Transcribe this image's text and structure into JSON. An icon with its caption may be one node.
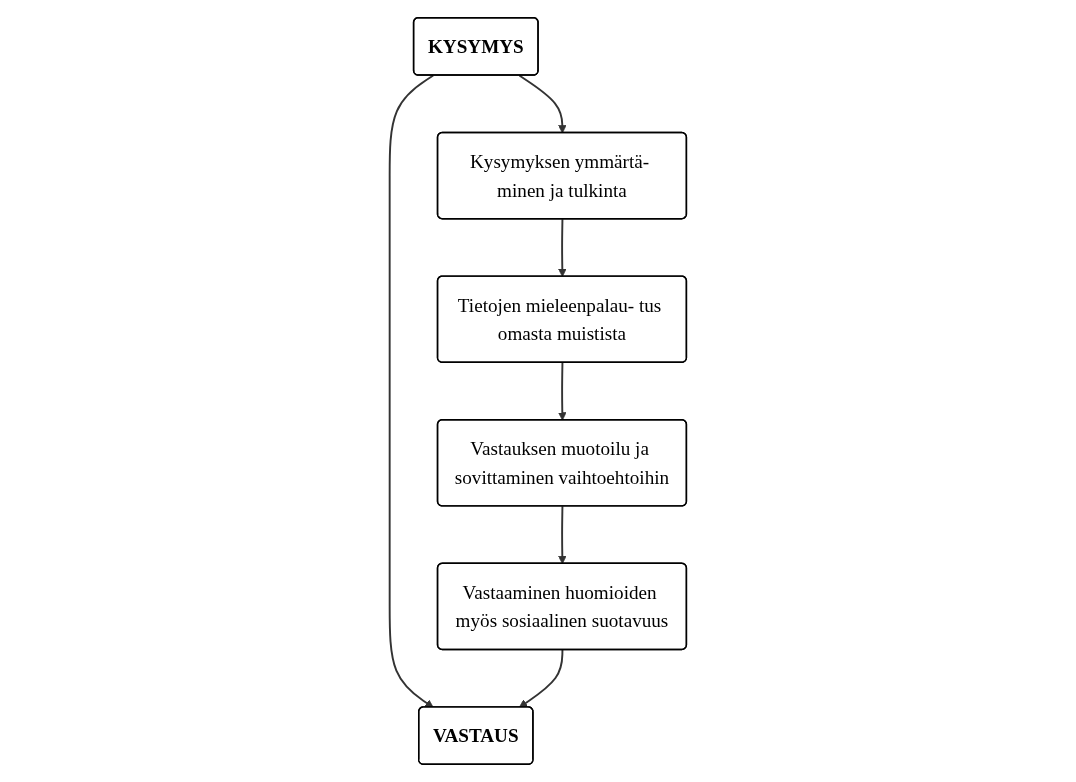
{
  "diagram": {
    "nodes": [
      {
        "text": [
          "KYSYMYS"
        ]
      },
      {
        "text": [
          "VASTAUS"
        ]
      },
      {
        "text": [
          "Kysymyksen ymmärtä- minen ja tulkinta"
        ]
      },
      {
        "text": [
          "Vastaaminen huomioiden myös sosiaalinen suotavuus"
        ]
      },
      {
        "text": [
          "Tietojen mieleenpalau- tus omasta muistista"
        ]
      },
      {
        "text": [
          "Vastauksen muotoilu ja sovittaminen vaihtoehtoihin"
        ]
      }
    ],
    "edges": [
      {
        "from": 0,
        "to": 1,
        "arrow": "to"
      },
      {
        "from": 0,
        "to": 2,
        "arrow": "to"
      },
      {
        "from": 2,
        "to": 4,
        "arrow": "to"
      },
      {
        "from": 4,
        "to": 5,
        "arrow": "to"
      },
      {
        "from": 5,
        "to": 3,
        "arrow": "to"
      },
      {
        "from": 3,
        "to": 1,
        "arrow": "to"
      }
    ]
  }
}
